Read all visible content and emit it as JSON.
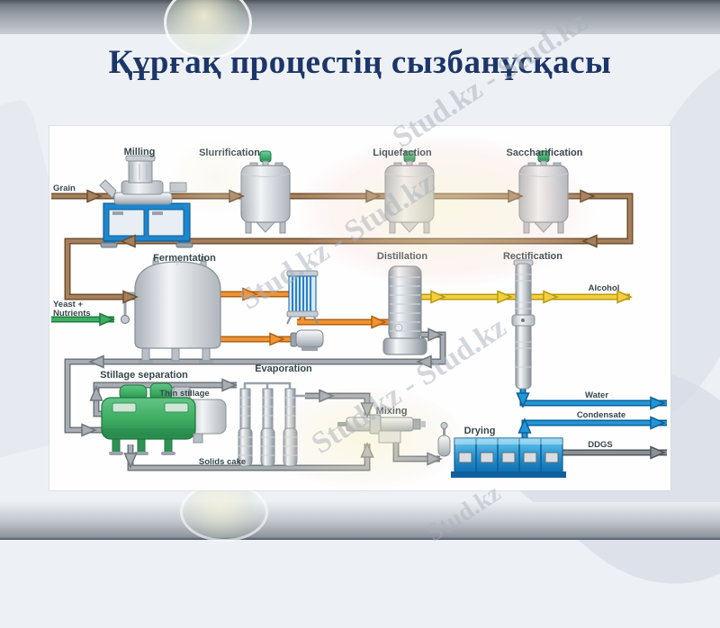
{
  "slide": {
    "title": "Құрғақ процестің сызбанұсқасы",
    "watermarks": [
      "Stud.kz - Stud.kz",
      "Stud.kz - Stud.kz",
      "Stud.kz - Stud.kz",
      "Stud.kz"
    ]
  },
  "colors": {
    "title": "#1c3668",
    "label": "#37474f",
    "panel": "#fefefe",
    "pipes": {
      "brown": {
        "fill": "#a5805a",
        "edge": "#6d4f30"
      },
      "orange": {
        "fill": "#ef9433",
        "edge": "#b05f10"
      },
      "yellow": {
        "fill": "#f3cf3d",
        "edge": "#b89a10"
      },
      "gray": {
        "fill": "#a8adb3",
        "edge": "#6f757b"
      },
      "dark": {
        "fill": "#8a9096",
        "edge": "#4f555b"
      },
      "blue": {
        "fill": "#2196d6",
        "edge": "#0d5e95"
      },
      "green": {
        "fill": "#3fae62",
        "edge": "#1d7a3e"
      }
    },
    "equipment": {
      "frame_blue": "#1d86cc",
      "tank_cap_green": "#2fa86a",
      "centrifuge_green": "#3fae62",
      "dryer_blue": "#1f8fd0",
      "heat_exchanger_blue": "#2a7fc9",
      "steel_light": "#f2f4f6",
      "steel_dark": "#9aa2ab"
    }
  },
  "diagram": {
    "stages": {
      "milling": "Milling",
      "slurrification": "Slurrification",
      "liquefaction": "Liquefaction",
      "saccharification": "Saccharification",
      "fermentation": "Fermentation",
      "distillation": "Distillation",
      "rectification": "Rectification",
      "stillage_separation": "Stillage separation",
      "evaporation": "Evaporation",
      "mixing": "Mixing",
      "drying": "Drying"
    },
    "streams": {
      "grain": "Grain",
      "yeast_line1": "Yeast +",
      "yeast_line2": "Nutrients",
      "alcohol": "Alcohol",
      "water": "Water",
      "condensate": "Condensate",
      "ddgs": "DDGS",
      "thin_stillage": "Thin stillage",
      "solids_cake": "Solids cake"
    }
  }
}
